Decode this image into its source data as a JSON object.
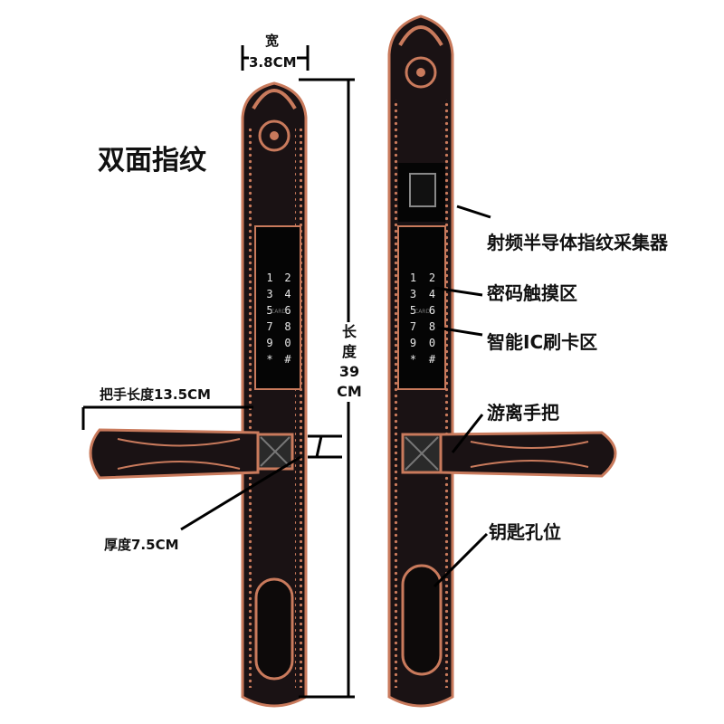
{
  "title": "双面指纹",
  "dimensions": {
    "width_label": "宽",
    "width_value": "3.8CM",
    "length_label": [
      "长",
      "度",
      "39",
      "CM"
    ],
    "handle_length": "把手长度13.5CM",
    "thickness": "厚度7.5CM"
  },
  "callouts": {
    "fingerprint": "射频半导体指纹采集器",
    "password": "密码触摸区",
    "ic_card": "智能IC刷卡区",
    "handle": "游离手把",
    "keyhole": "钥匙孔位"
  },
  "keypad": {
    "keys": [
      "1",
      "2",
      "3",
      "4",
      "5",
      "6",
      "7",
      "8",
      "9",
      "0",
      "*",
      "#"
    ],
    "card_mark": "CARD"
  },
  "colors": {
    "body": "#1a1214",
    "trim": "#c97a5c",
    "panel": "#050505"
  }
}
